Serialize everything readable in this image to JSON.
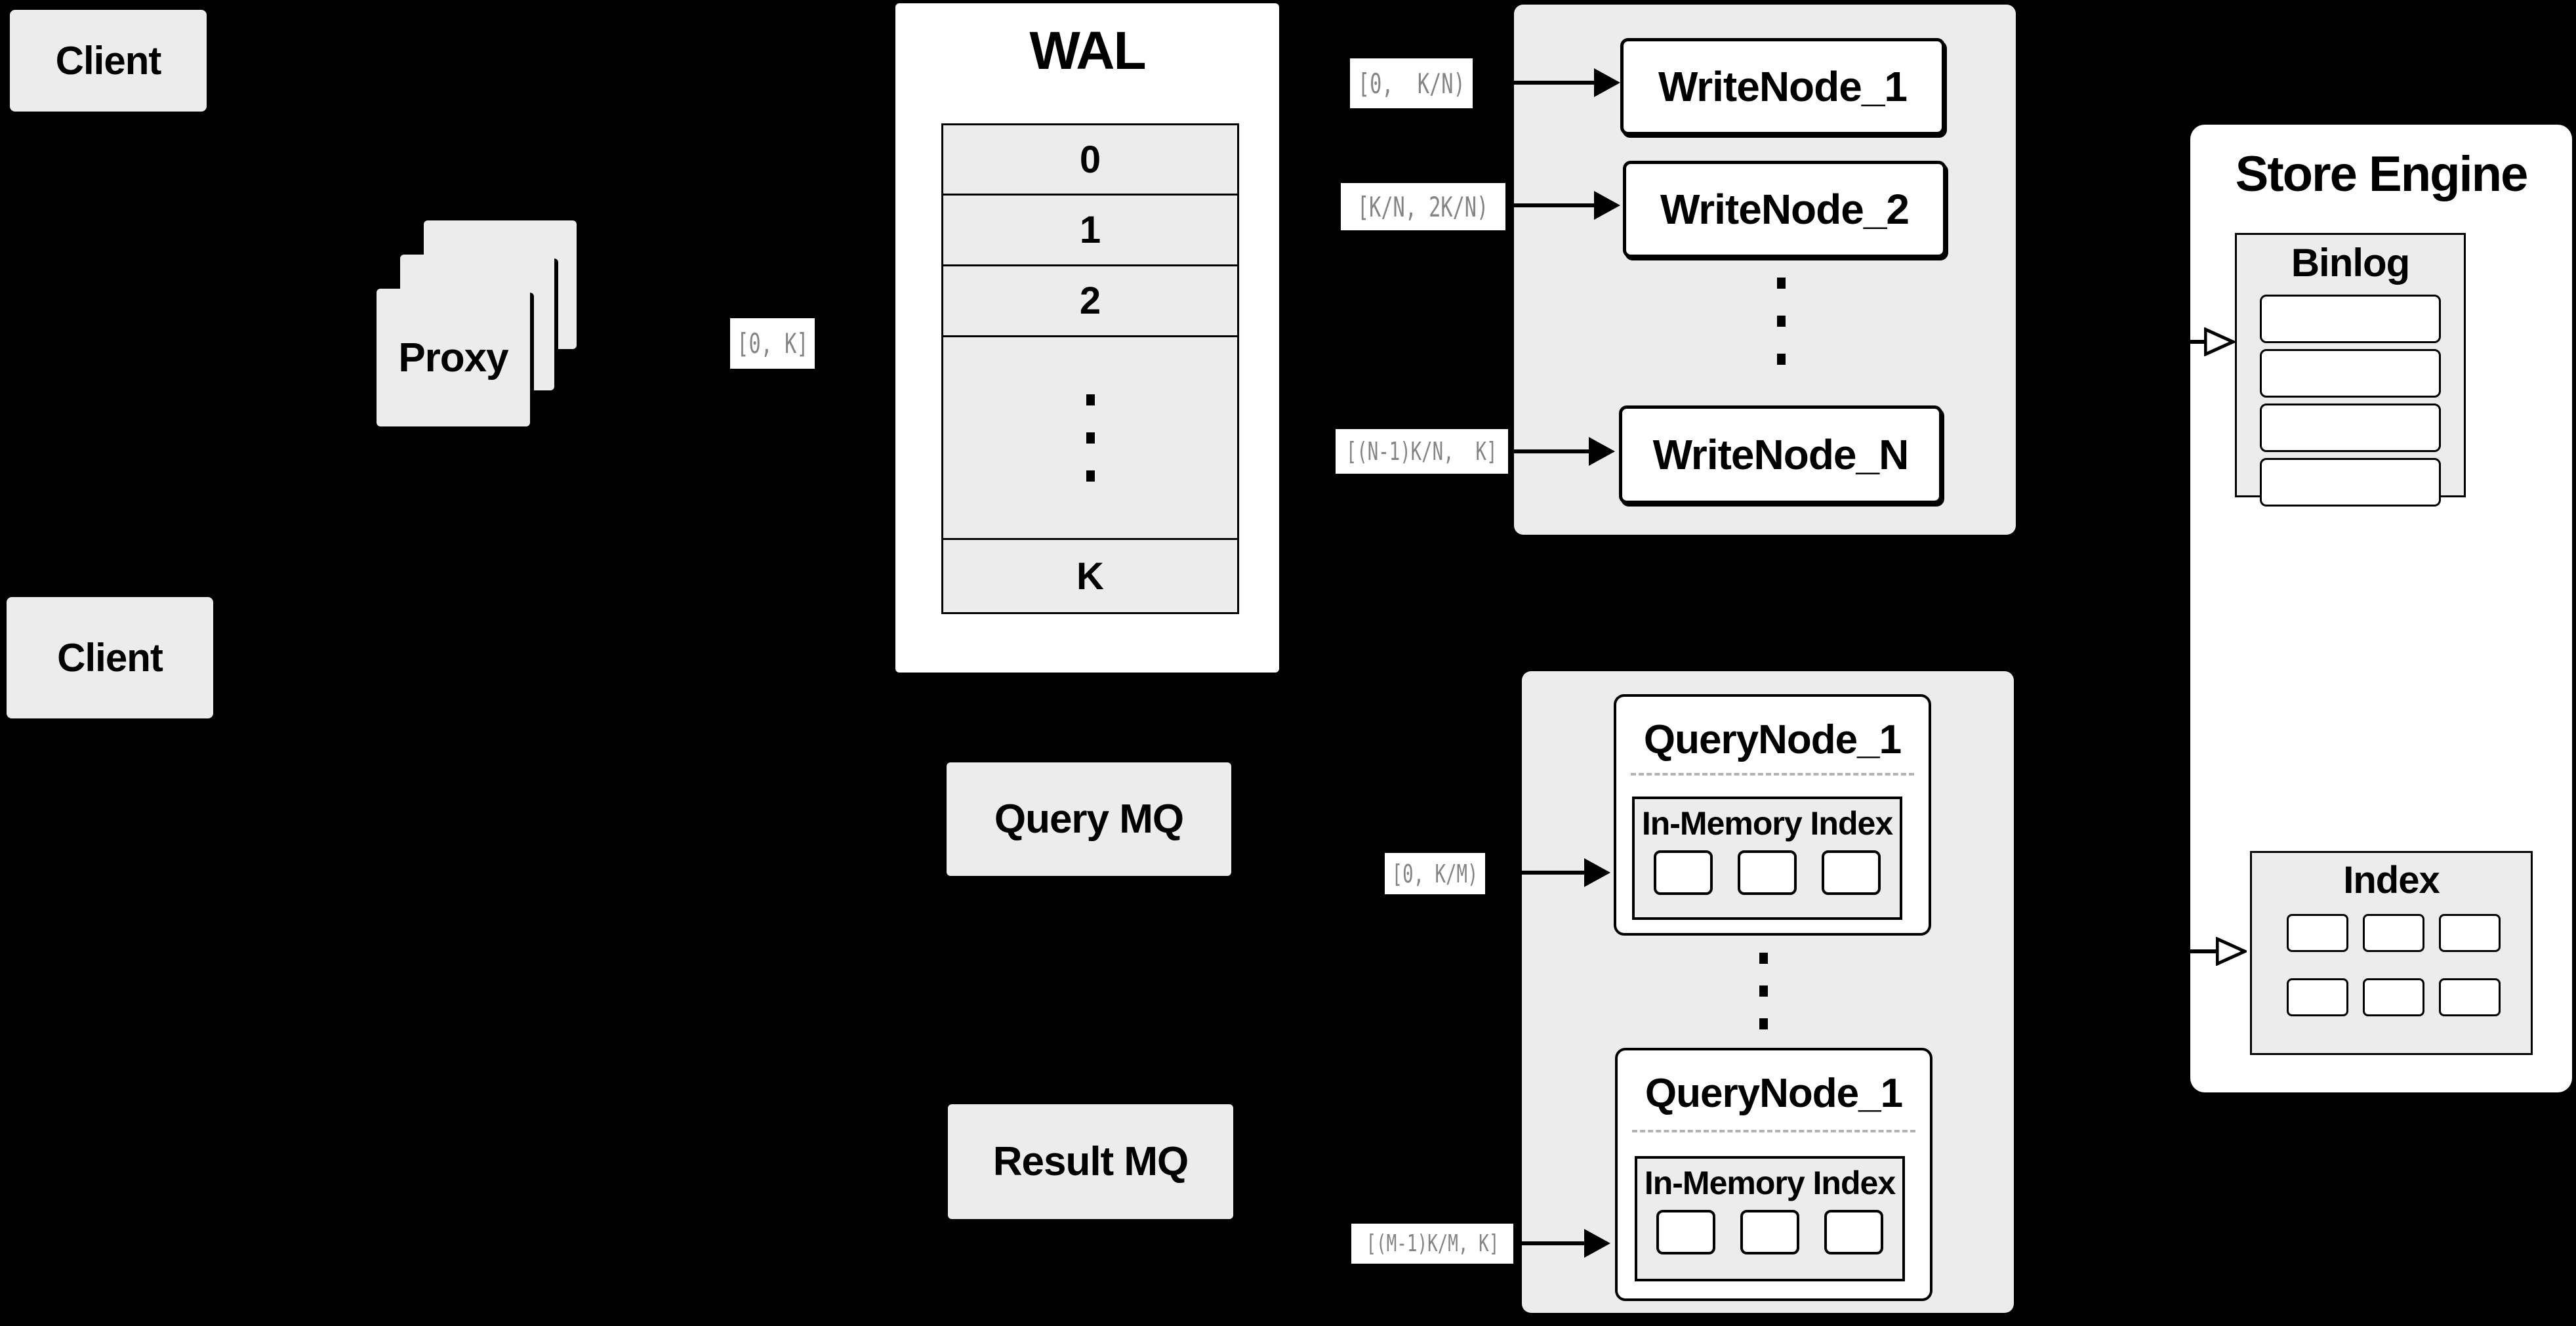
{
  "colors": {
    "background": "#000000",
    "box_fill": "#ececec",
    "node_fill": "#ffffff",
    "line": "#000000",
    "label_text": "#848484",
    "divider_dash": "#b3b3b3"
  },
  "clients": {
    "top": "Client",
    "bottom": "Client"
  },
  "proxy": {
    "label": "Proxy"
  },
  "wal": {
    "title": "WAL",
    "rows": [
      "0",
      "1",
      "2"
    ],
    "last_row": "K"
  },
  "mq": {
    "query": "Query MQ",
    "result": "Result MQ"
  },
  "range_labels": {
    "proxy_to_wal": "[0, K]",
    "write_1": "[0,  K/N)",
    "write_2": "[K/N, 2K/N)",
    "write_n": "[(N-1)K/N,  K]",
    "query_1": "[0, K/M)",
    "query_m": "[(M-1)K/M, K]"
  },
  "write_nodes": {
    "node_1": "WriteNode_1",
    "node_2": "WriteNode_2",
    "node_n": "WriteNode_N"
  },
  "query_nodes": {
    "node_top": {
      "title": "QueryNode_1",
      "index_label": "In-Memory Index"
    },
    "node_bottom": {
      "title": "QueryNode_1",
      "index_label": "In-Memory Index"
    }
  },
  "store_engine": {
    "title": "Store Engine",
    "binlog_title": "Binlog",
    "index_title": "Index"
  }
}
